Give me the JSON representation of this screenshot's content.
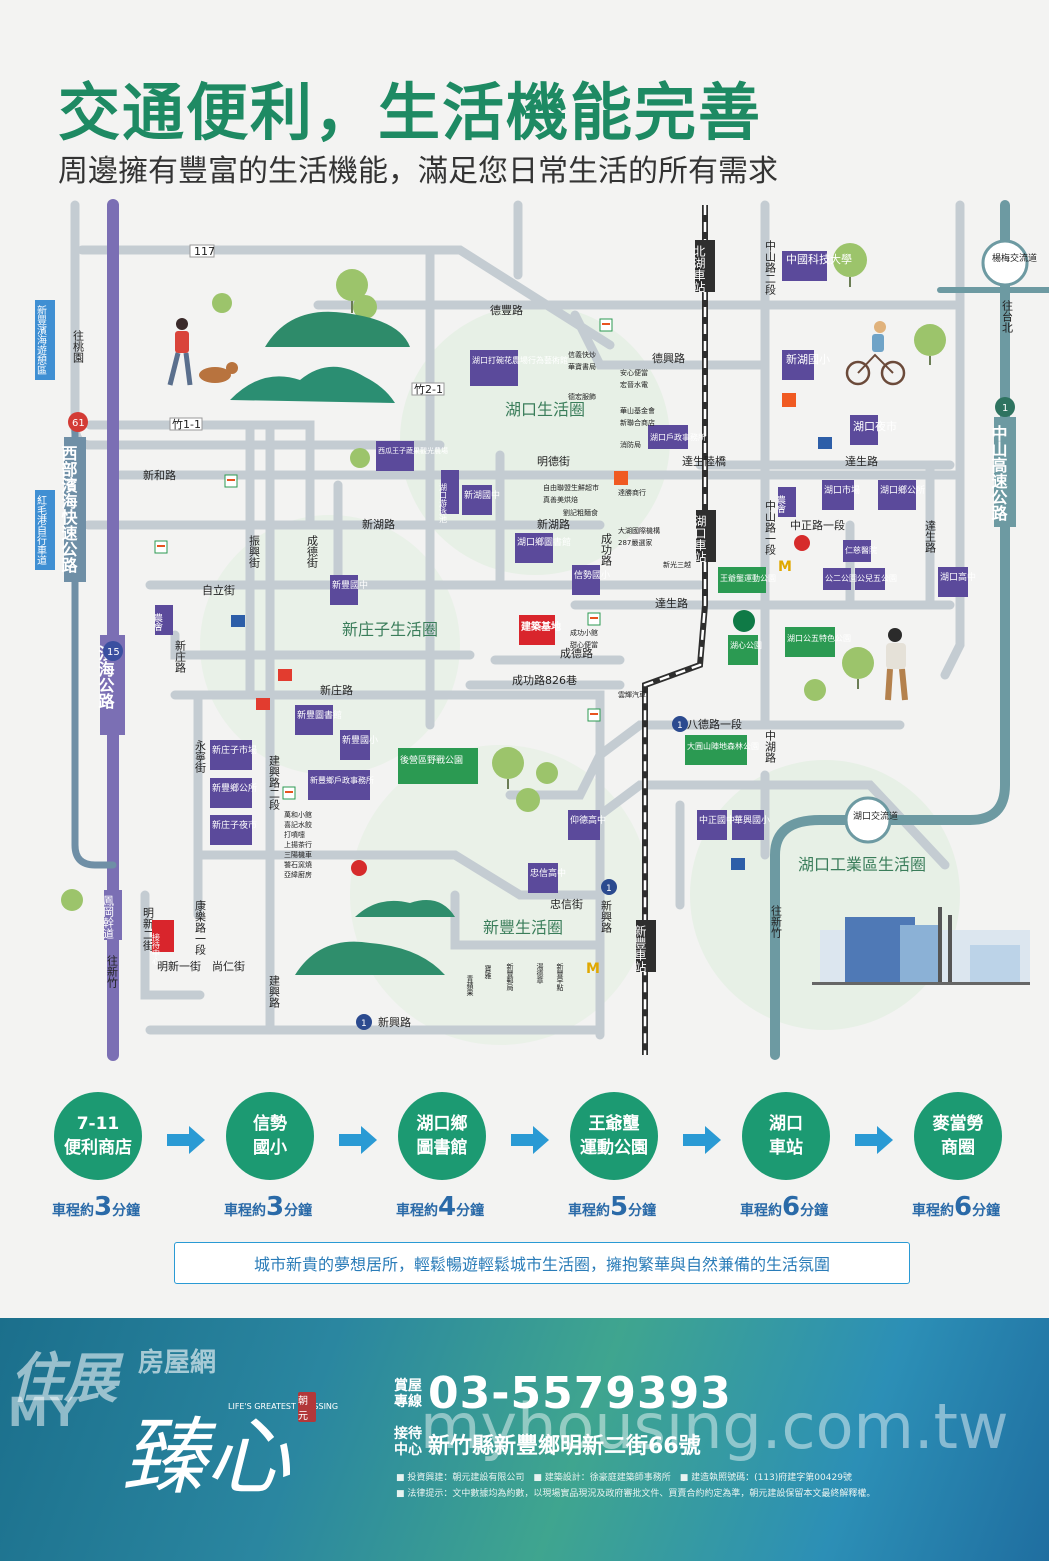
{
  "header": {
    "title": "交通便利，生活機能完善",
    "subtitle": "周邊擁有豐富的生活機能，滿足您日常生活的所有需求"
  },
  "map": {
    "roads": {
      "r117": "117",
      "debao": "德豐路",
      "dexing": "德興路",
      "zhu2_1": "竹2-1",
      "zhu1_1": "竹1-1",
      "xinhe": "新和路",
      "xinhu": "新湖路",
      "mingde": "明德街",
      "dasheng": "達生陸橋",
      "dashenglu": "達生路",
      "xinhu2": "新湖路",
      "ziyou": "自立街",
      "zhenxing": "振興街",
      "chengde": "成德街",
      "xinzhuang": "新庄路",
      "xinzhuang2": "新庄路",
      "chengde2": "成德路",
      "chenggong826": "成功路826巷",
      "chenggong": "成功路",
      "dasheng2": "達生路",
      "bade": "八德路一段",
      "zhongshan2": "中山路二段",
      "zhongshan1": "中山路一段",
      "zhongzheng": "中正路一段",
      "dasheng3": "達生路",
      "zhonghu": "中湖路",
      "yongning": "永寧街",
      "jianxing": "建興路二段",
      "zhongxin": "忠信街",
      "xinxing": "新興路",
      "mingxin2": "明新二街",
      "kangle": "康樂路一段",
      "mingxin1": "明新一街",
      "shangren": "尚仁街",
      "jianxing2": "建興路",
      "xinxinglu": "新興路",
      "west_hwy": "西部濱海快速公路",
      "coast_rd": "濱海公路",
      "zhongshan_hwy": "中山高速公路",
      "fenggang": "鳳岡幹道",
      "to_taoyuan": "往桃園",
      "to_taipei": "往台北",
      "to_xinzhu": "往新竹",
      "to_xinzhu2": "往新竹",
      "xinfeng_trail": "新豐濱海遊憩區",
      "hongmao_trail": "紅毛港自行車道"
    },
    "stations": {
      "north": "北湖車站",
      "hukou": "湖口車站",
      "xinfeng": "新豐車站",
      "yangmei_ic": "楊梅交流道",
      "hukou_ic": "湖口交流道"
    },
    "areas": {
      "hukou_life": "湖口生活圈",
      "xinzhuang_life": "新庄子生活圈",
      "xinfeng_life": "新豐生活圈",
      "industrial_life": "湖口工業區生活圈"
    },
    "pois": [
      "中國科技大學",
      "新湖國小",
      "湖口夜市",
      "湖口打碗花農場行為藝術館",
      "湖口戶政事務所",
      "湖口游泳池",
      "新湖國中",
      "湖口鄉圖書館",
      "信勢國小",
      "建築基地",
      "西瓜王子蔬果觀光農場",
      "新豐國中",
      "湖口市場",
      "湖口鄉公所",
      "仁慈醫院",
      "公二公園",
      "公兒五公園",
      "湖口高中",
      "農會",
      "王爺壟運動公園",
      "湖口公五特色公園",
      "湖心公園",
      "新豐圖書館",
      "新豐國小",
      "新庄子市場",
      "新豐鄉公所",
      "新豐鄉戶政事務所",
      "新庄子夜市",
      "後營區野戰公園",
      "大圓山陣地森林公園",
      "仰德高中",
      "中正國中",
      "華興國小",
      "忠信高中",
      "接待中心",
      "農會"
    ],
    "shops": {
      "hukou_list": [
        "信義快炒",
        "華寶書局",
        "安心便當",
        "宏晉水電",
        "德宏服飾",
        "華山基金會",
        "新聯合商店",
        "消防局"
      ],
      "mid_list": [
        "自由聯盟生鮮超市",
        "真善美烘焙",
        "達勝商行",
        "大湖國際機構",
        "287嚴選家",
        "劉記粗麵食",
        "新光三越",
        "成功小館",
        "甜心便當",
        "雲輝汽車"
      ],
      "xz_list": [
        "萬和小館",
        "喜記水餃",
        "打噴嚏",
        "上揚茶行",
        "三陽機車",
        "饕石窯燒",
        "亞緯廚房"
      ],
      "xf_list": [
        "青蘋果",
        "寶雅",
        "新豐郵局",
        "湯德章",
        "新豐早點"
      ]
    }
  },
  "steps": [
    {
      "label": "7-11\n便利商店",
      "prefix": "車程約",
      "num": "3",
      "unit": "分鐘"
    },
    {
      "label": "信勢\n國小",
      "prefix": "車程約",
      "num": "3",
      "unit": "分鐘"
    },
    {
      "label": "湖口鄉\n圖書館",
      "prefix": "車程約",
      "num": "4",
      "unit": "分鐘"
    },
    {
      "label": "王爺壟\n運動公園",
      "prefix": "車程約",
      "num": "5",
      "unit": "分鐘"
    },
    {
      "label": "湖口\n車站",
      "prefix": "車程約",
      "num": "6",
      "unit": "分鐘"
    },
    {
      "label": "麥當勞\n商圈",
      "prefix": "車程約",
      "num": "6",
      "unit": "分鐘"
    }
  ],
  "tagline": "城市新貴的夢想居所，輕鬆暢遊輕鬆城市生活圈，擁抱繁華與自然兼備的生活氛圍",
  "footer": {
    "watermark_logo": "住展",
    "watermark_sub": "房屋網",
    "watermark_my": "MY",
    "watermark_url": "myhousing.com.tw",
    "brand_cn": "臻心",
    "brand_en": "LIFE'S GREATEST BLESSING",
    "brand_seal": "朝元",
    "phone_label": "賞屋專線",
    "phone": "03-5579393",
    "addr_label": "接待中心",
    "address": "新竹縣新豐鄉明新二街66號",
    "note1": "■ 投資興建：朝元建設有限公司　■ 建築設計：徐豪庭建築師事務所　■ 建造執照號碼：(113)府建字第00429號",
    "note2": "■ 法律提示：文中數據均為約數，以現場實品現況及政府審批文件、買賣合約約定為準，朝元建設保留本文最終解釋權。"
  },
  "colors": {
    "title_green": "#1e8a63",
    "circle_green": "#1c9a72",
    "road_gray": "#c4ccd2",
    "purple_box": "#5b4a9b",
    "arrow_blue": "#2a9ad4",
    "rail_dark": "#333333"
  }
}
